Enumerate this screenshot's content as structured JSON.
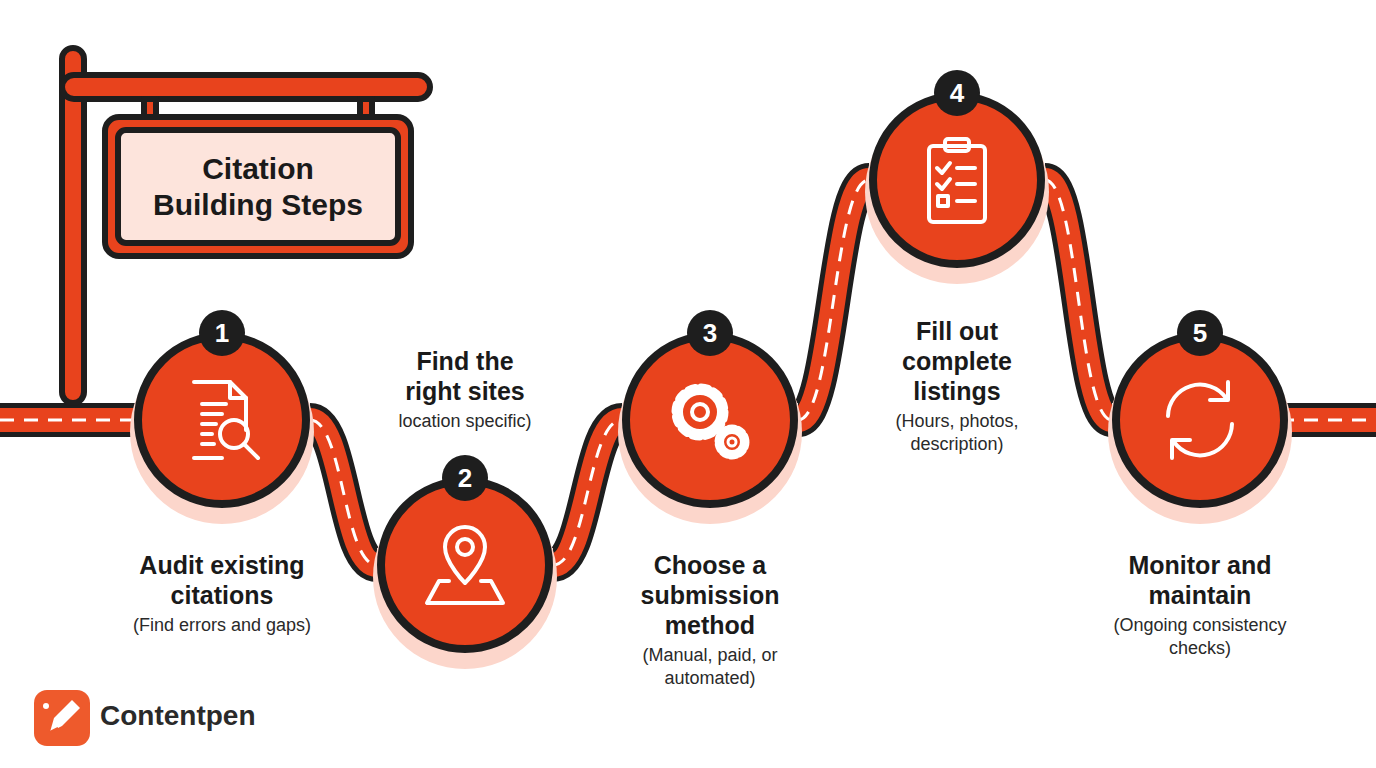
{
  "diagram": {
    "title": "Citation Building Steps",
    "nodes": [
      {
        "text": [
          "1",
          "Audit existing citations",
          "(Find errors and gaps)"
        ]
      },
      {
        "text": [
          "2",
          "Find the right sites",
          "location specific)"
        ]
      },
      {
        "text": [
          "3",
          "Choose a submission method",
          "(Manual, paid, or automated)"
        ]
      },
      {
        "text": [
          "4",
          "Fill out complete listings",
          "(Hours, photos, description)"
        ]
      },
      {
        "text": [
          "5",
          "Monitor and maintain",
          "(Ongoing consistency checks)"
        ]
      }
    ],
    "edges": [
      {
        "from": 0,
        "to": 1,
        "arrow": "none"
      },
      {
        "from": 1,
        "to": 2,
        "arrow": "none"
      },
      {
        "from": 2,
        "to": 3,
        "arrow": "none"
      },
      {
        "from": 3,
        "to": 4,
        "arrow": "none"
      }
    ],
    "labels": [
      "Contentpen"
    ]
  }
}
